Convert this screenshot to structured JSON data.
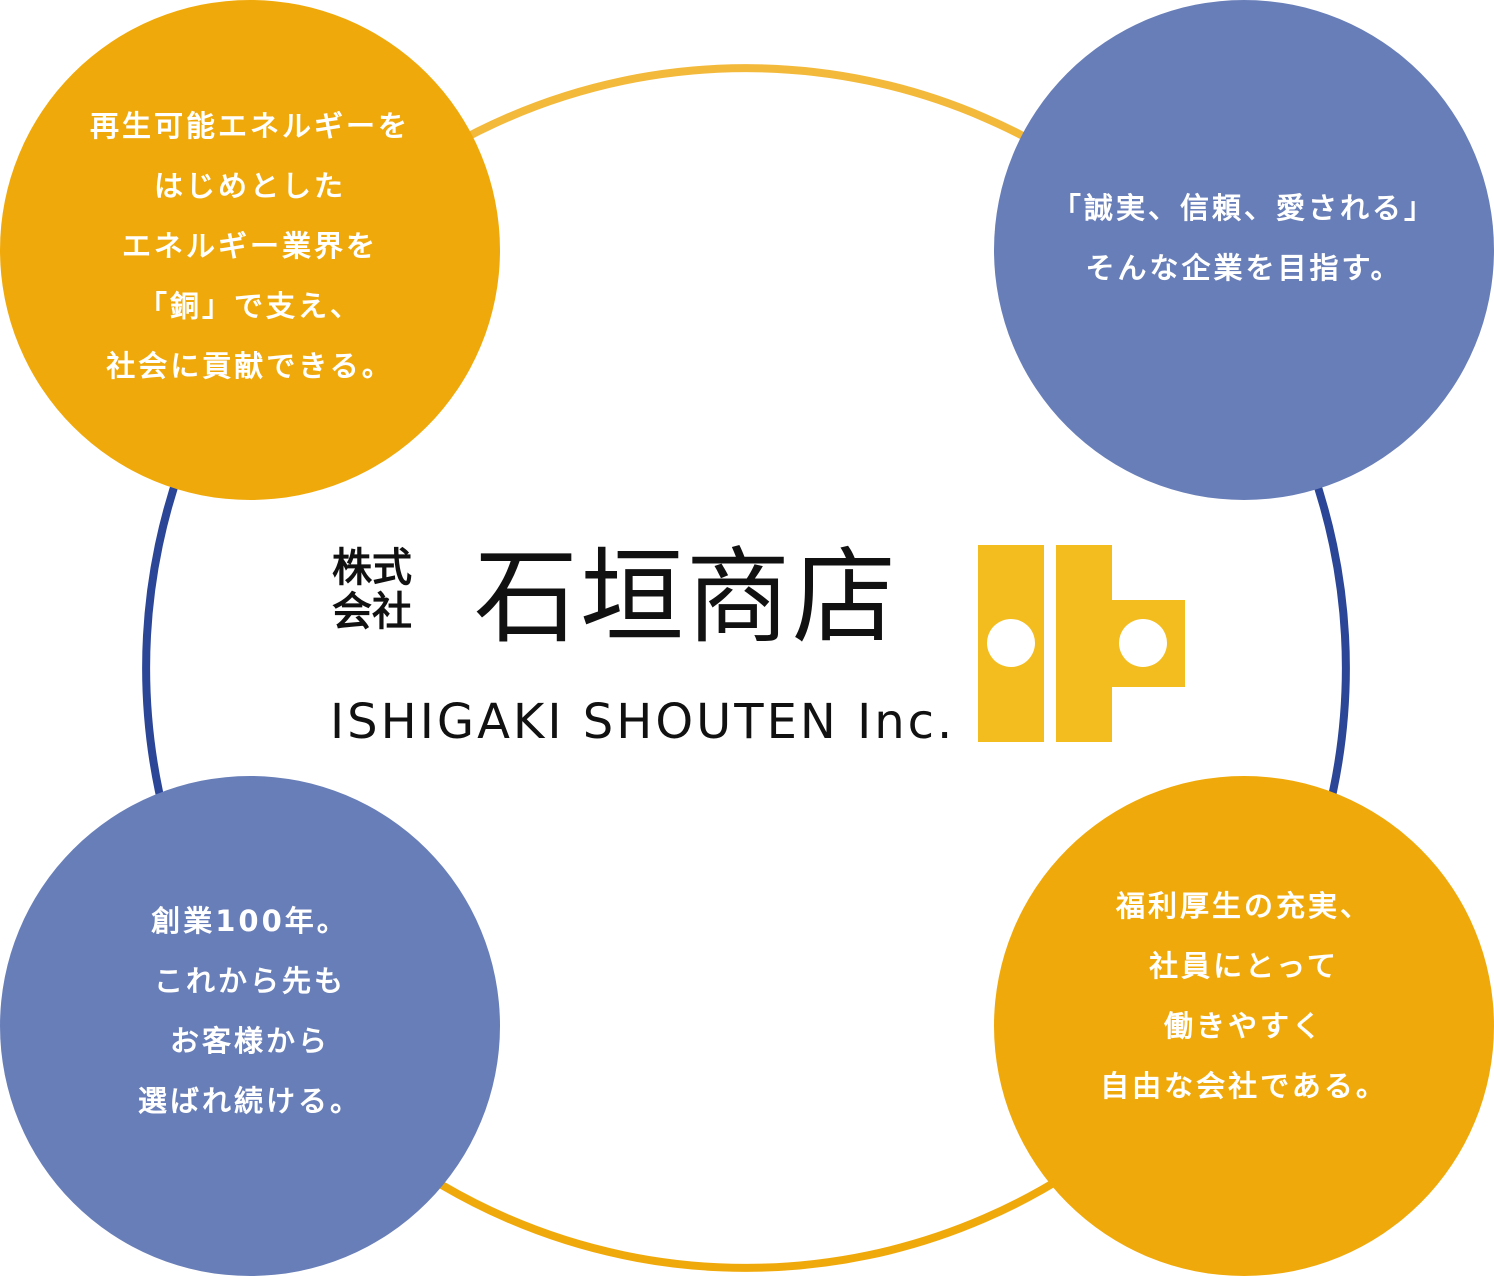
{
  "colors": {
    "orange": "#F0A90A",
    "blue": "#687EB8",
    "ring_yellow": "#F3B93A",
    "ring_blue": "#2B4597",
    "logo_yellow": "#F3BD20"
  },
  "logo": {
    "kabushiki_line1": "株式",
    "kabushiki_line2": "会社",
    "name": "石垣商店",
    "english": "ISHIGAKI SHOUTEN Inc."
  },
  "bubbles": {
    "top_left": [
      "再生可能エネルギーを",
      "はじめとした",
      "エネルギー業界を",
      "「銅」で支え、",
      "社会に貢献できる。"
    ],
    "top_right": [
      "「誠実、信頼、愛される」",
      "そんな企業を目指す。"
    ],
    "bottom_left": [
      "創業100年。",
      "これから先も",
      "お客様から",
      "選ばれ続ける。"
    ],
    "bottom_right": [
      "福利厚生の充実、",
      "社員にとって",
      "働きやすく",
      "自由な会社である。"
    ]
  }
}
